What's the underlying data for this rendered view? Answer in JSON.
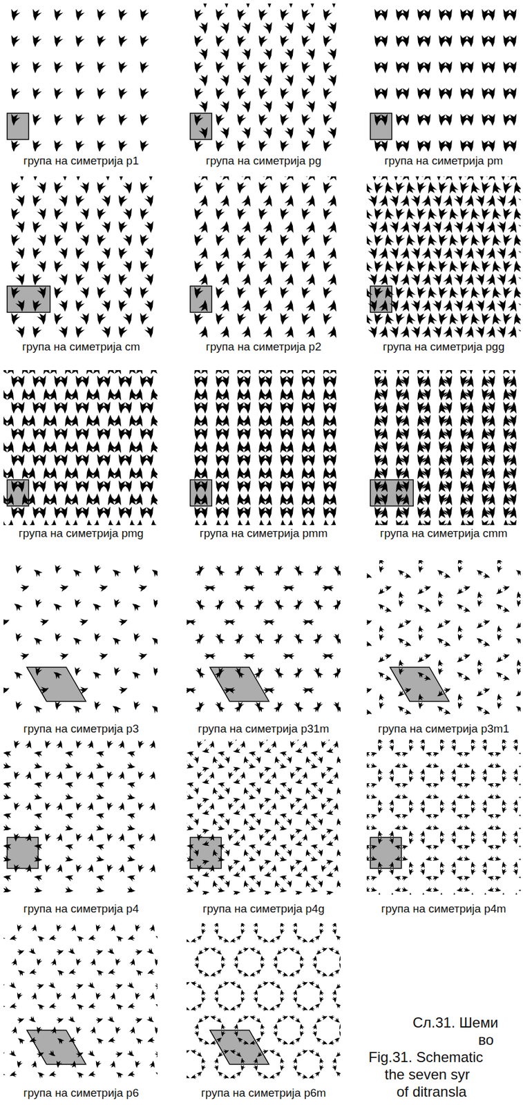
{
  "diagram": {
    "labels": [
      "група на симетрија p1",
      "група на симетрија pg",
      "група на симетрија pm",
      "група на симетрија cm",
      "група на симетрија p2",
      "група на симетрија pgg",
      "група на симетрија pmg",
      "група на симетрија pmm",
      "група на симетрија cmm",
      "група на симетрија p3",
      "група на симетрија p31m",
      "група на симетрија p3m1",
      "група на симетрија p4",
      "група на симетрија p4g",
      "група на симетрија p4m",
      "група на симетрија p6",
      "група на симетрија p6m",
      "Сл.31. Шеми",
      "во",
      "Fig.31. Schematic",
      "the seven syr",
      "of ditransla"
    ]
  }
}
